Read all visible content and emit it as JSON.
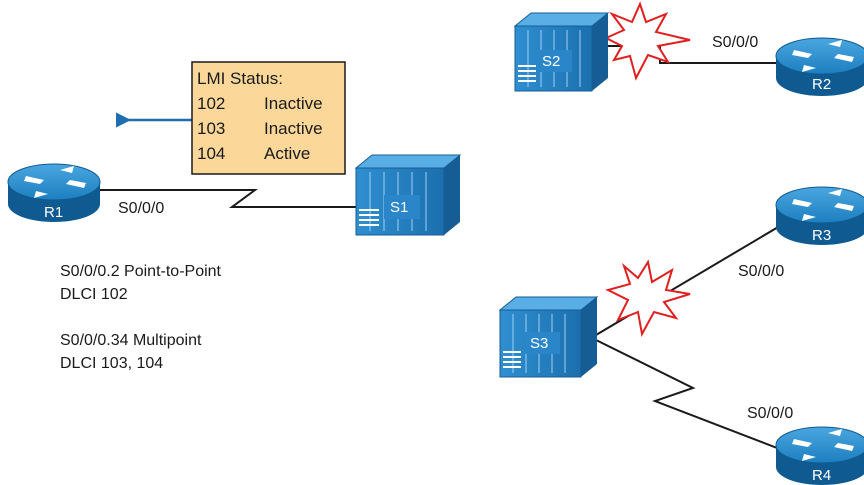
{
  "devices": {
    "r1": "R1",
    "r2": "R2",
    "r3": "R3",
    "r4": "R4",
    "s1": "S1",
    "s2": "S2",
    "s3": "S3"
  },
  "interfaces": {
    "r1_s1": "S0/0/0",
    "r2_s2": "S0/0/0",
    "r3_s3": "S0/0/0",
    "r4_s3": "S0/0/0"
  },
  "lmi": {
    "title": "LMI Status:",
    "rows": [
      {
        "dlci": "102",
        "status": "Inactive"
      },
      {
        "dlci": "103",
        "status": "Inactive"
      },
      {
        "dlci": "104",
        "status": "Active"
      }
    ]
  },
  "config": {
    "sub1_line1": "S0/0/0.2 Point-to-Point",
    "sub1_line2": "DLCI 102",
    "sub2_line1": "S0/0/0.34 Multipoint",
    "sub2_line2": "DLCI 103, 104"
  },
  "colors": {
    "router": "#1d7fc0",
    "router_dark": "#0f5b91",
    "switch": "#2a86c8",
    "switch_dark": "#165d95",
    "lmi_box": "#fbd89a",
    "arrow": "#1d6fb0",
    "failure": "#e02020"
  }
}
